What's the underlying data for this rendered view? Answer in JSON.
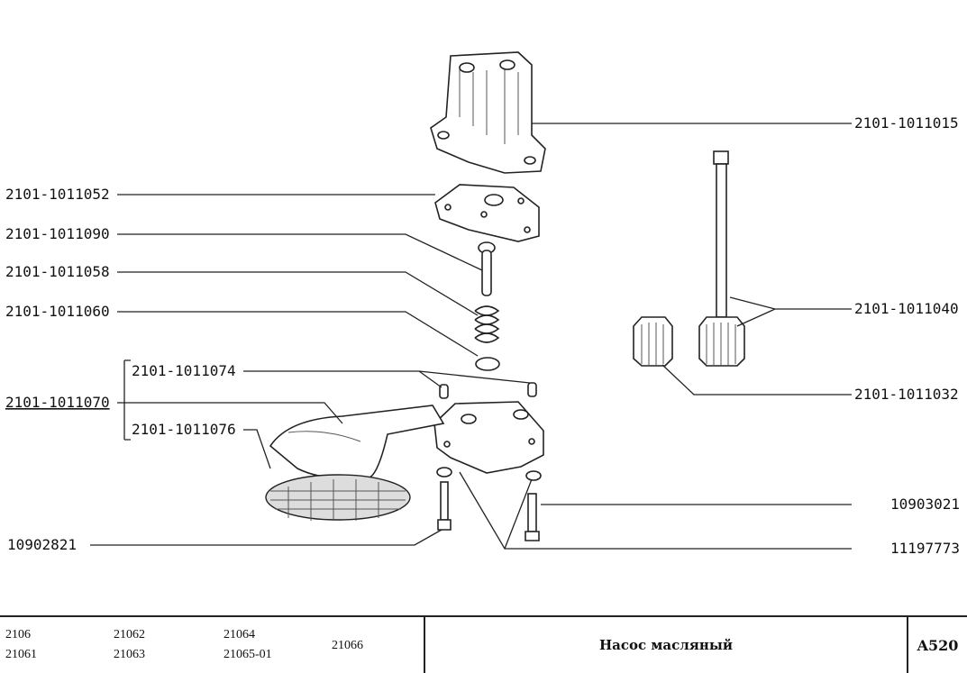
{
  "labels": {
    "pump_housing": "2101-1011015",
    "pump_cover": "2101-1011052",
    "relief_valve": "2101-1011090",
    "valve_stem": "2101-1011058",
    "valve_spring": "2101-1011060",
    "pickup_assembly": "2101-1011070",
    "pin": "2101-1011074",
    "pickup_pipe": "2101-1011076",
    "drive_shaft_gear": "2101-1011040",
    "driven_gear": "2101-1011032",
    "bolt_right": "10903021",
    "bolt_left": "10902821",
    "washer": "11197773"
  },
  "titleblock": {
    "models": [
      "2106",
      "21061",
      "21062",
      "21063",
      "21064",
      "21065-01",
      "21066"
    ],
    "title": "Насос масляный",
    "code": "A520"
  }
}
